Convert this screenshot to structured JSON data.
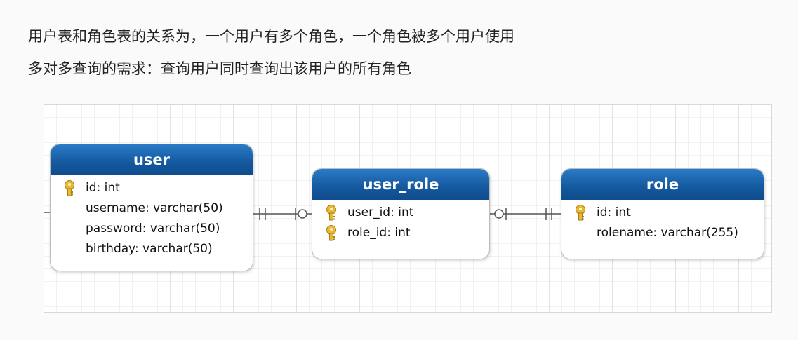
{
  "intro": {
    "line1": "用户表和角色表的关系为，一个用户有多个角色，一个角色被多个用户使用",
    "line2": "多对多查询的需求：查询用户同时查询出该用户的所有角色"
  },
  "diagram": {
    "entities": {
      "user": {
        "name": "user",
        "fields": [
          "id: int",
          "username: varchar(50)",
          "password: varchar(50)",
          "birthday: varchar(50)"
        ]
      },
      "user_role": {
        "name": "user_role",
        "fields": [
          "user_id: int",
          "role_id: int"
        ]
      },
      "role": {
        "name": "role",
        "fields": [
          "id: int",
          "rolename: varchar(255)"
        ]
      }
    },
    "relationships": [
      {
        "from": "user",
        "to": "user_role",
        "from_end": "one-and-only-one",
        "to_end": "zero-or-one"
      },
      {
        "from": "user_role",
        "to": "role",
        "from_end": "zero-or-one",
        "to_end": "one-and-only-one"
      }
    ],
    "colors": {
      "header": "#14589e",
      "key_icon": "#e8b930",
      "line": "#555555"
    },
    "icons": {
      "primary_key": "key-icon"
    }
  }
}
